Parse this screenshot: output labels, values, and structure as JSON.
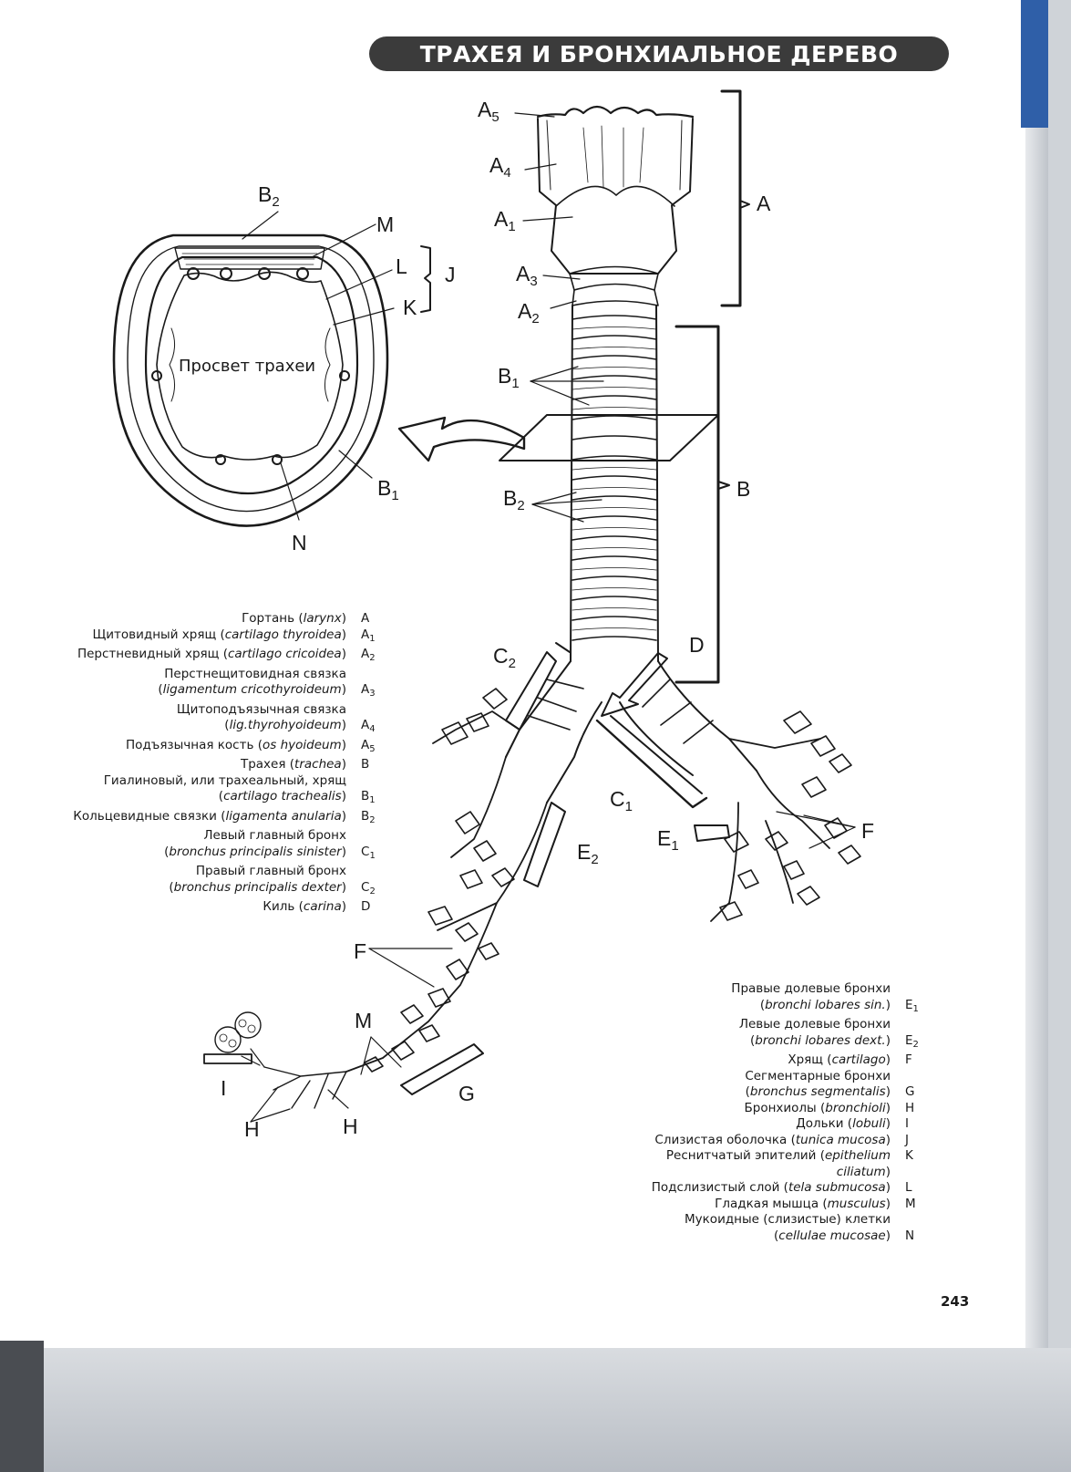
{
  "page": {
    "title": "ТРАХЕЯ И БРОНХИАЛЬНОЕ ДЕРЕВО",
    "page_number": "243"
  },
  "diagram": {
    "lumen_label": "Просвет трахеи",
    "labels": {
      "A5": {
        "letter": "A",
        "sub": "5"
      },
      "A4": {
        "letter": "A",
        "sub": "4"
      },
      "A1": {
        "letter": "A",
        "sub": "1"
      },
      "A3": {
        "letter": "A",
        "sub": "3"
      },
      "A2": {
        "letter": "A",
        "sub": "2"
      },
      "A": {
        "letter": "A",
        "sub": ""
      },
      "B1_trachea": {
        "letter": "B",
        "sub": "1"
      },
      "B2_trachea": {
        "letter": "B",
        "sub": "2"
      },
      "B": {
        "letter": "B",
        "sub": ""
      },
      "B2_section": {
        "letter": "B",
        "sub": "2"
      },
      "M_section": {
        "letter": "M",
        "sub": ""
      },
      "L": {
        "letter": "L",
        "sub": ""
      },
      "K": {
        "letter": "K",
        "sub": ""
      },
      "J": {
        "letter": "J",
        "sub": ""
      },
      "B1_section": {
        "letter": "B",
        "sub": "1"
      },
      "N": {
        "letter": "N",
        "sub": ""
      },
      "C2": {
        "letter": "C",
        "sub": "2"
      },
      "D": {
        "letter": "D",
        "sub": ""
      },
      "C1": {
        "letter": "C",
        "sub": "1"
      },
      "E1": {
        "letter": "E",
        "sub": "1"
      },
      "F_right": {
        "letter": "F",
        "sub": ""
      },
      "E2": {
        "letter": "E",
        "sub": "2"
      },
      "F_left": {
        "letter": "F",
        "sub": ""
      },
      "M_bronchiole": {
        "letter": "M",
        "sub": ""
      },
      "G": {
        "letter": "G",
        "sub": ""
      },
      "I": {
        "letter": "I",
        "sub": ""
      },
      "H_left": {
        "letter": "H",
        "sub": ""
      },
      "H_right": {
        "letter": "H",
        "sub": ""
      }
    }
  },
  "legend_left": [
    {
      "name": "Гортань",
      "latin": "larynx",
      "code": "A",
      "sub": ""
    },
    {
      "name": "Щитовидный хрящ",
      "latin": "cartilago thyroidea",
      "code": "A",
      "sub": "1"
    },
    {
      "name": "Перстневидный хрящ",
      "latin": "cartilago cricoidea",
      "code": "A",
      "sub": "2"
    },
    {
      "name": "Перстнещитовидная связка",
      "latin": "ligamentum cricothyroideum",
      "code": "A",
      "sub": "3",
      "break": true
    },
    {
      "name": "Щитоподъязычная связка",
      "latin": "lig.thyrohyoideum",
      "code": "A",
      "sub": "4",
      "break": true
    },
    {
      "name": "Подъязычная кость",
      "latin": "os hyoideum",
      "code": "A",
      "sub": "5"
    },
    {
      "name": "Трахея",
      "latin": "trachea",
      "code": "B",
      "sub": ""
    },
    {
      "name": "Гиалиновый, или трахеальный, хрящ",
      "latin": "cartilago trachealis",
      "code": "B",
      "sub": "1",
      "break": true
    },
    {
      "name": "Кольцевидные связки",
      "latin": "ligamenta anularia",
      "code": "B",
      "sub": "2"
    },
    {
      "name": "Левый главный бронх",
      "latin": "bronchus principalis sinister",
      "code": "C",
      "sub": "1",
      "break": true
    },
    {
      "name": "Правый главный бронх",
      "latin": "bronchus principalis dexter",
      "code": "C",
      "sub": "2",
      "break": true
    },
    {
      "name": "Киль",
      "latin": "carina",
      "code": "D",
      "sub": ""
    }
  ],
  "legend_right": [
    {
      "name": "Правые долевые бронхи",
      "latin": "bronchi lobares sin.",
      "code": "E",
      "sub": "1",
      "break": true
    },
    {
      "name": "Левые долевые бронхи",
      "latin": "bronchi lobares dext.",
      "code": "E",
      "sub": "2",
      "break": true
    },
    {
      "name": "Хрящ",
      "latin": "cartilago",
      "code": "F",
      "sub": ""
    },
    {
      "name": "Сегментарные бронхи",
      "latin": "bronchus segmentalis",
      "code": "G",
      "sub": "",
      "break": true
    },
    {
      "name": "Бронхиолы",
      "latin": "bronchioli",
      "code": "H",
      "sub": ""
    },
    {
      "name": "Дольки",
      "latin": "lobuli",
      "code": "I",
      "sub": ""
    },
    {
      "name": "Слизистая оболочка",
      "latin": "tunica mucosa",
      "code": "J",
      "sub": ""
    },
    {
      "name": "Реснитчатый эпителий",
      "latin": "epithelium ciliatum",
      "code": "K",
      "sub": ""
    },
    {
      "name": "Подслизистый слой",
      "latin": "tela submucosa",
      "code": "L",
      "sub": ""
    },
    {
      "name": "Гладкая мышца",
      "latin": "musculus",
      "code": "M",
      "sub": ""
    },
    {
      "name": "Мукоидные (слизистые) клетки",
      "latin": "cellulae mucosae",
      "code": "N",
      "sub": "",
      "break": true
    }
  ],
  "colors": {
    "ink": "#1a1a1a",
    "pill": "#3b3b3b",
    "edge_blue": "#2f5fa8"
  }
}
